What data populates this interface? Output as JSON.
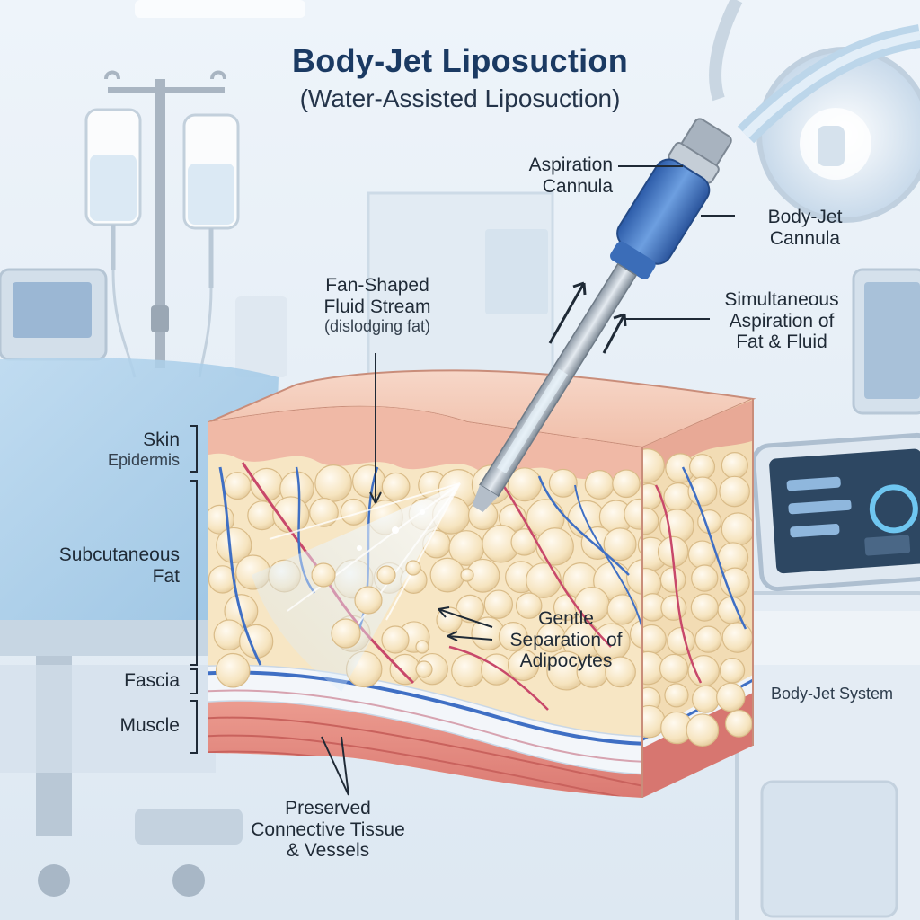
{
  "title": "Body-Jet Liposuction",
  "subtitle": "(Water-Assisted Liposuction)",
  "labels": {
    "aspiration_cannula": [
      "Aspiration",
      "Cannula"
    ],
    "bodyjet_cannula": [
      "Body-Jet",
      "Cannula"
    ],
    "fan_stream": [
      "Fan-Shaped",
      "Fluid Stream"
    ],
    "fan_stream_note": "(dislodging fat)",
    "simultaneous": [
      "Simultaneous",
      "Aspiration of",
      "Fat & Fluid"
    ],
    "skin": "Skin",
    "epidermis": "Epidermis",
    "subcutaneous": [
      "Subcutaneous",
      "Fat"
    ],
    "fascia": "Fascia",
    "muscle": "Muscle",
    "separation": [
      "Gentle",
      "Separation of",
      "Adipocytes"
    ],
    "preserved": [
      "Preserved",
      "Connective Tissue",
      "& Vessels"
    ],
    "system": "Body-Jet System"
  },
  "colors": {
    "background": "#e9f1f8",
    "title": "#1b3a63",
    "skin": "#f2c4b3",
    "fat": "#f7e6c4",
    "adipocyte": "#fbf0d8",
    "vessel_blue": "#3f6fc4",
    "vessel_red": "#c8486a",
    "muscle": "#e4847c",
    "fascia": "#f3f6fa",
    "cannula_blue": "#3d73c6",
    "stream": "#cfe7fb"
  }
}
